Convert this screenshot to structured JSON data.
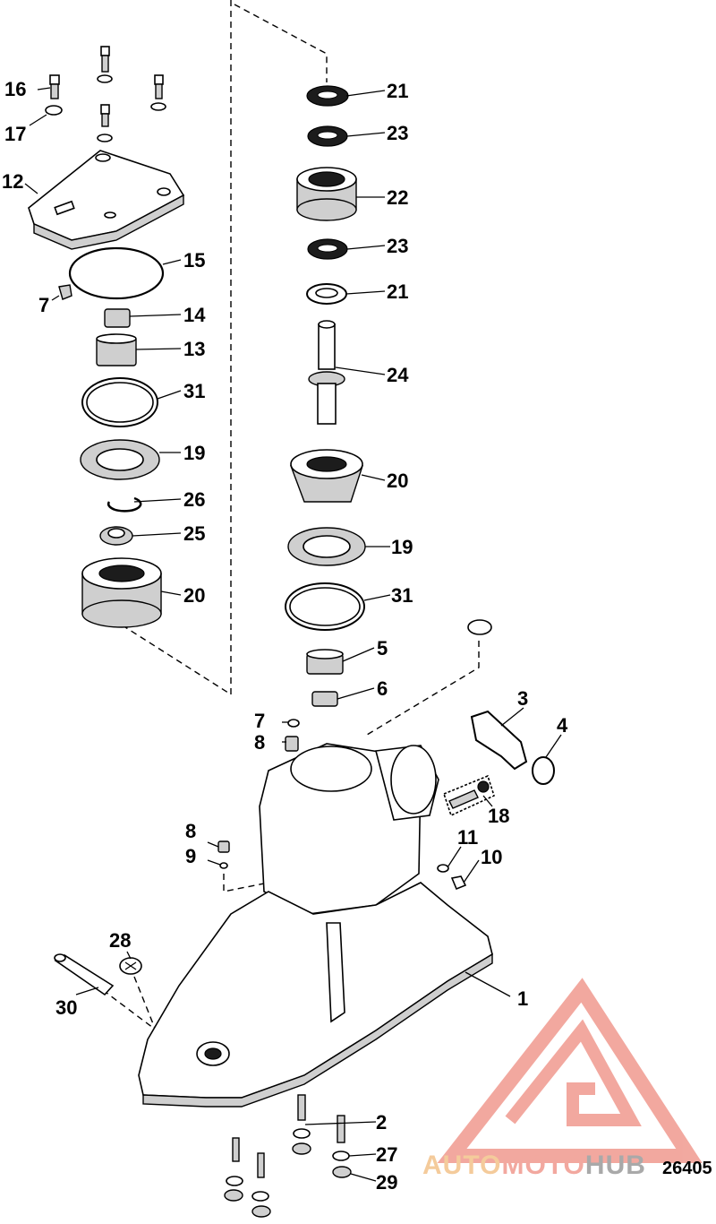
{
  "figure": {
    "number": "26405"
  },
  "watermark": {
    "text_part1": "AUTO",
    "text_part2": "MOTO",
    "text_part3": "HUB",
    "color_primary": "#f3c28a",
    "color_secondary": "#f09a8f",
    "color_tertiary": "#9b9b9b"
  },
  "parts": [
    {
      "id": "label-1",
      "text": "1"
    },
    {
      "id": "label-2",
      "text": "2"
    },
    {
      "id": "label-3",
      "text": "3"
    },
    {
      "id": "label-4",
      "text": "4"
    },
    {
      "id": "label-5",
      "text": "5"
    },
    {
      "id": "label-6",
      "text": "6"
    },
    {
      "id": "label-7a",
      "text": "7"
    },
    {
      "id": "label-7b",
      "text": "7"
    },
    {
      "id": "label-8a",
      "text": "8"
    },
    {
      "id": "label-8b",
      "text": "8"
    },
    {
      "id": "label-9",
      "text": "9"
    },
    {
      "id": "label-10",
      "text": "10"
    },
    {
      "id": "label-11",
      "text": "11"
    },
    {
      "id": "label-12",
      "text": "12"
    },
    {
      "id": "label-13",
      "text": "13"
    },
    {
      "id": "label-14",
      "text": "14"
    },
    {
      "id": "label-15",
      "text": "15"
    },
    {
      "id": "label-16",
      "text": "16"
    },
    {
      "id": "label-17",
      "text": "17"
    },
    {
      "id": "label-18",
      "text": "18"
    },
    {
      "id": "label-19a",
      "text": "19"
    },
    {
      "id": "label-19b",
      "text": "19"
    },
    {
      "id": "label-20a",
      "text": "20"
    },
    {
      "id": "label-20b",
      "text": "20"
    },
    {
      "id": "label-21a",
      "text": "21"
    },
    {
      "id": "label-21b",
      "text": "21"
    },
    {
      "id": "label-22",
      "text": "22"
    },
    {
      "id": "label-23a",
      "text": "23"
    },
    {
      "id": "label-23b",
      "text": "23"
    },
    {
      "id": "label-24",
      "text": "24"
    },
    {
      "id": "label-25",
      "text": "25"
    },
    {
      "id": "label-26",
      "text": "26"
    },
    {
      "id": "label-27",
      "text": "27"
    },
    {
      "id": "label-28",
      "text": "28"
    },
    {
      "id": "label-29",
      "text": "29"
    },
    {
      "id": "label-30",
      "text": "30"
    },
    {
      "id": "label-31a",
      "text": "31"
    },
    {
      "id": "label-31b",
      "text": "31"
    }
  ]
}
